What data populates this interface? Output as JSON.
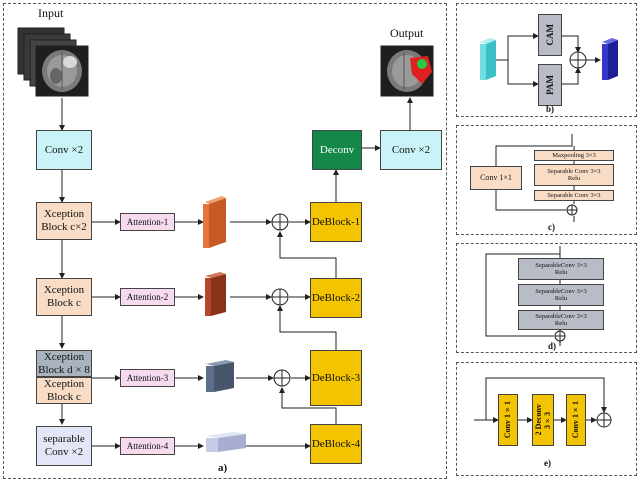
{
  "main": {
    "input_label": "Input",
    "output_label": "Output",
    "conv_left": "Conv ×2",
    "conv_right": "Conv ×2",
    "deconv": "Deconv",
    "xception1_line1": "Xception",
    "xception1_line2": "Block c×2",
    "xception2_line1": "Xception",
    "xception2_line2": "Block c",
    "xception3a_line1": "Xception",
    "xception3a_line2": "Block d × 8",
    "xception3b_line1": "Xception",
    "xception3b_line2": "Block c",
    "separable_line1": "separable",
    "separable_line2": "Conv ×2",
    "attention1": "Attention-1",
    "attention2": "Attention-2",
    "attention3": "Attention-3",
    "attention4": "Attention-4",
    "deblock1": "DeBlock-1",
    "deblock2": "DeBlock-2",
    "deblock3": "DeBlock-3",
    "deblock4": "DeBlock-4",
    "caption": "a)"
  },
  "panel_b": {
    "cam": "CAM",
    "pam": "PAM",
    "caption": "b)"
  },
  "panel_c": {
    "conv": "Conv 1×1",
    "maxpool": "Maxpooling 3×3",
    "sep1_line1": "Separable Conv 3×3",
    "sep1_line2": "Relu",
    "sep2": "Separable Conv 3×3",
    "caption": "c)"
  },
  "panel_d": {
    "b1_line1": "SeparableConv 3×3",
    "b1_line2": "Relu",
    "b2_line1": "SeparableConv 3×3",
    "b2_line2": "Relu",
    "b3_line1": "SeparableConv 3×3",
    "b3_line2": "Relu",
    "caption": "d)"
  },
  "panel_e": {
    "conv1": "Conv 1×1",
    "deconv_line1": "2 Deconv",
    "deconv_line2": "3×3",
    "conv2": "Conv 1×1",
    "caption": "e)"
  },
  "colors": {
    "cyan": "#c9f3f6",
    "orange": "#f8dcc6",
    "gray": "#a9b3bd",
    "pink": "#f6dbef",
    "lavender": "#e2e6f6",
    "green": "#138848",
    "yellow": "#f4c400",
    "feat1": "#e8743a",
    "feat2": "#b5462a",
    "feat3": "#5d6f8a",
    "feat4": "#c6cbe6",
    "bcube": "#6fdde2",
    "bcube_out": "#3636c8"
  }
}
